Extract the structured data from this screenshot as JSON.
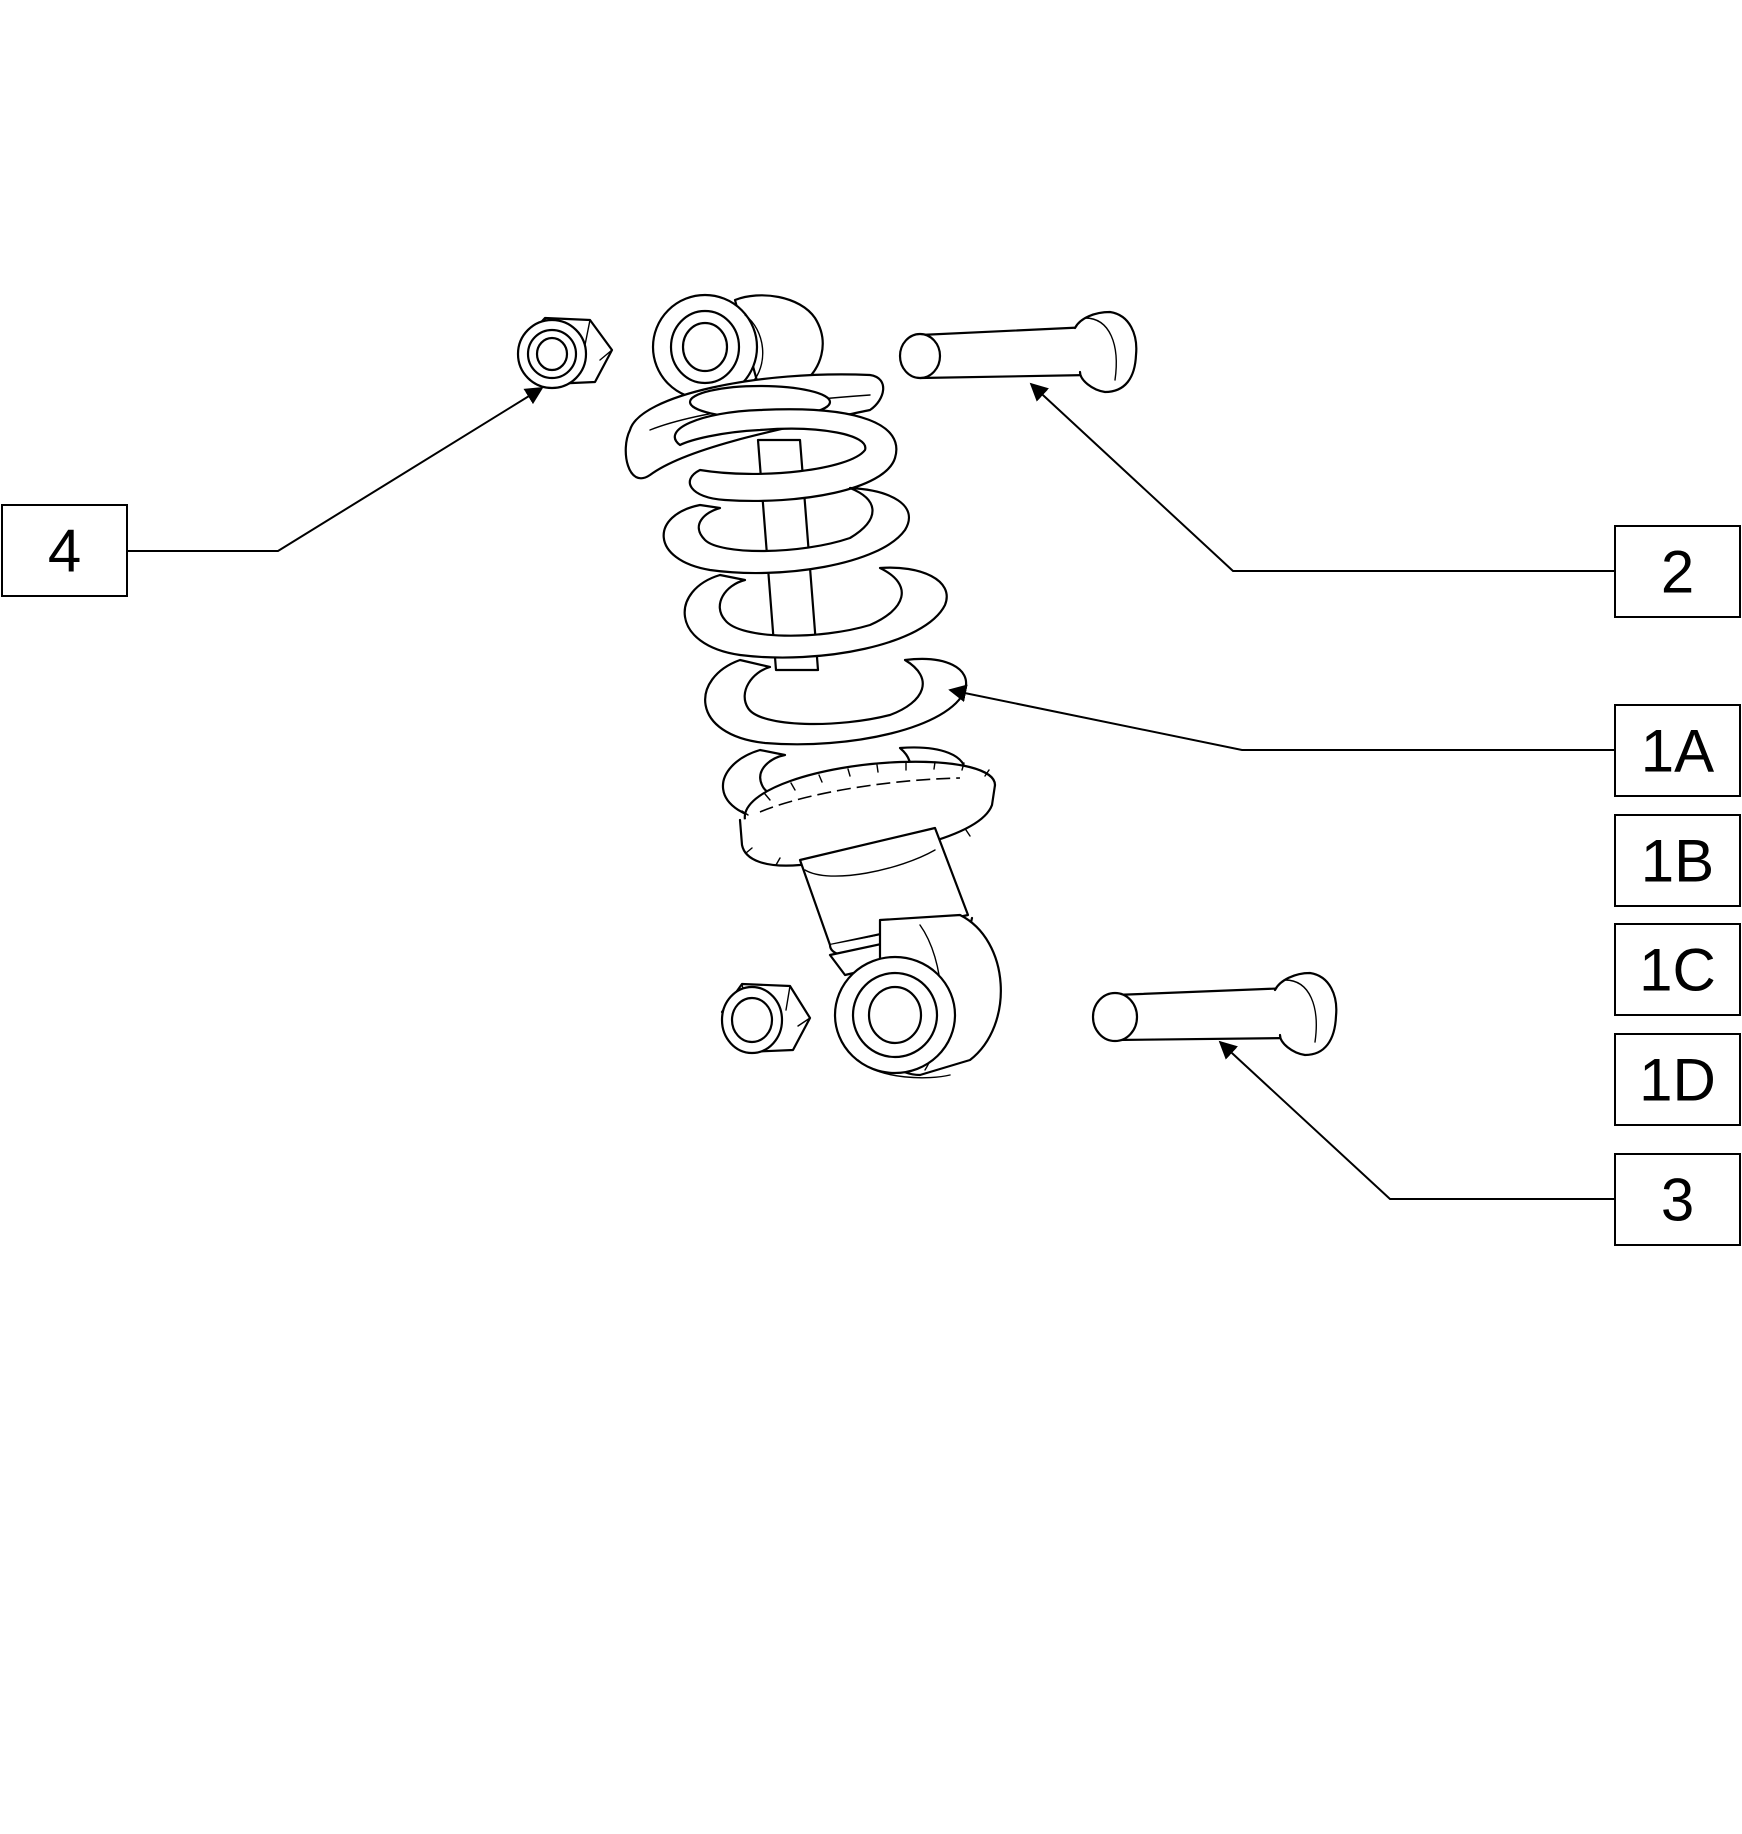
{
  "callouts": {
    "c4": "4",
    "c2": "2",
    "c1a": "1A",
    "c1b": "1B",
    "c1c": "1C",
    "c1d": "1D",
    "c3": "3"
  },
  "colors": {
    "line": "#000000",
    "background": "#ffffff"
  }
}
